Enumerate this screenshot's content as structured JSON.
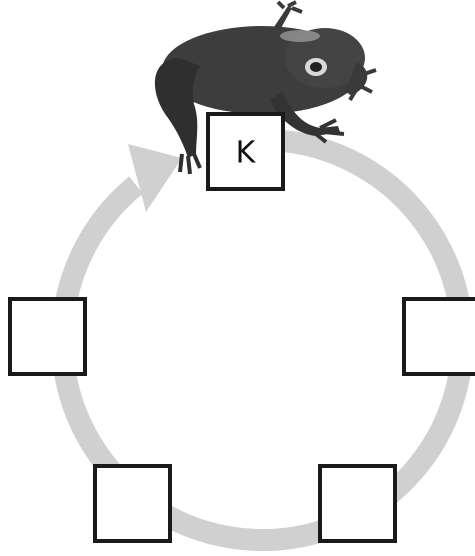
{
  "diagram": {
    "type": "cycle",
    "cycle_color": "#d0d0d0",
    "arrow_direction": "clockwise",
    "boxes": [
      {
        "position": "top",
        "label": "K"
      },
      {
        "position": "right",
        "label": ""
      },
      {
        "position": "bottom-right",
        "label": ""
      },
      {
        "position": "bottom-left",
        "label": ""
      },
      {
        "position": "left",
        "label": ""
      }
    ],
    "illustration": {
      "name": "frog",
      "color": "#3a3a3a"
    }
  }
}
